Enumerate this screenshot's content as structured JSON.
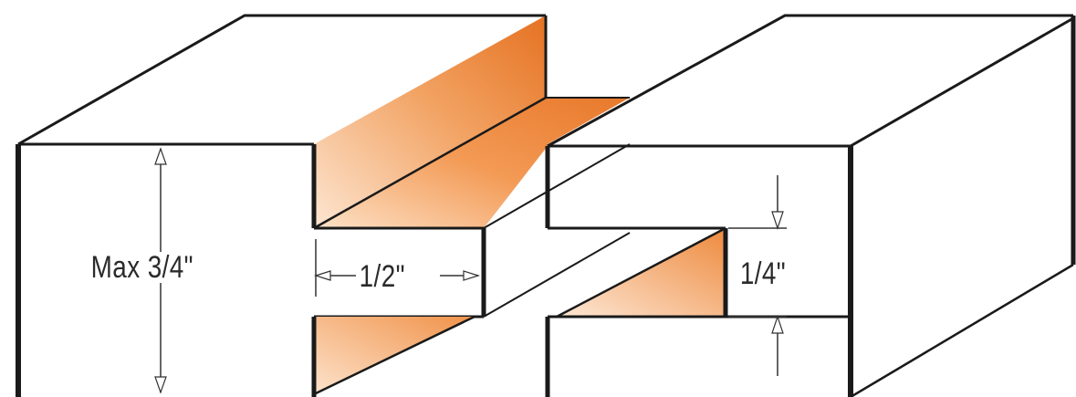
{
  "dimensions": {
    "max_thickness": "Max 3/4\"",
    "slot_width": "1/2\"",
    "tongue_thickness": "1/4\""
  },
  "colors": {
    "outline": "#1a1a1a",
    "orange_dark": "#e8782a",
    "orange_light": "#fbe0c8",
    "background": "#ffffff"
  }
}
